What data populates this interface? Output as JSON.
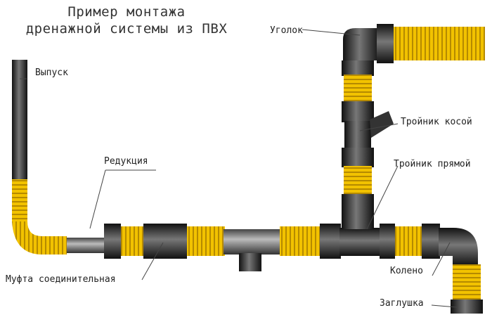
{
  "title": {
    "line1": "Пример монтажа",
    "line2": "дренажной системы из ПВХ"
  },
  "labels": {
    "elbow_top": "Уголок",
    "outlet": "Выпуск",
    "oblique_tee": "Тройник косой",
    "straight_tee": "Тройник прямой",
    "reducer": "Редукция",
    "knee": "Колено",
    "coupling": "Муфта соединительная",
    "cap": "Заглушка"
  },
  "colors": {
    "corrugated": "#f2c200",
    "pipe": "#222222"
  }
}
